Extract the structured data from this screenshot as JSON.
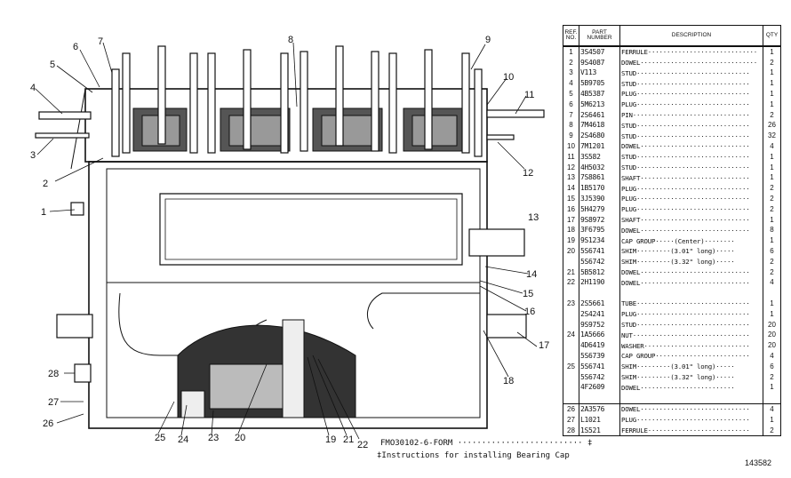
{
  "drawing": {
    "callouts": [
      "1",
      "2",
      "3",
      "4",
      "5",
      "6",
      "7",
      "8",
      "9",
      "10",
      "11",
      "12",
      "13",
      "14",
      "15",
      "16",
      "17",
      "18",
      "19",
      "20",
      "21",
      "22",
      "23",
      "24",
      "25",
      "26",
      "27",
      "28"
    ],
    "footnote_line1": "FMO30102-6-FORM ·························· ‡",
    "footnote_line2": "‡Instructions for installing Bearing Cap"
  },
  "table": {
    "headers": {
      "ref": "REF. NO.",
      "part": "PART NUMBER",
      "desc": "DESCRIPTION",
      "qty": "QTY"
    },
    "rows": [
      {
        "ref": "1",
        "part": "3S4507",
        "desc": "FERRULE·····························",
        "qty": "1",
        "gb": true
      },
      {
        "ref": "2",
        "part": "9S4087",
        "desc": "DOWEL·······························",
        "qty": "2"
      },
      {
        "ref": "3",
        "part": "V113",
        "desc": "STUD······························",
        "qty": "1"
      },
      {
        "ref": "4",
        "part": "5B9705",
        "desc": "STUD······························",
        "qty": "1"
      },
      {
        "ref": "5",
        "part": "4B5387",
        "desc": "PLUG······························",
        "qty": "1"
      },
      {
        "ref": "6",
        "part": "5M6213",
        "desc": "PLUG······························",
        "qty": "1"
      },
      {
        "ref": "7",
        "part": "2S6461",
        "desc": "PIN·······························",
        "qty": "2"
      },
      {
        "ref": "8",
        "part": "7M4618",
        "desc": "STUD······························",
        "qty": "26"
      },
      {
        "ref": "9",
        "part": "2S4680",
        "desc": "STUD······························",
        "qty": "32"
      },
      {
        "ref": "10",
        "part": "7M1201",
        "desc": "DOWEL·····························",
        "qty": "4"
      },
      {
        "ref": "11",
        "part": "3S582",
        "desc": "STUD······························",
        "qty": "1"
      },
      {
        "ref": "12",
        "part": "4H5032",
        "desc": "STUD······························",
        "qty": "1"
      },
      {
        "ref": "13",
        "part": "7S8861",
        "desc": "SHAFT·····························",
        "qty": "1"
      },
      {
        "ref": "14",
        "part": "1B5170",
        "desc": "PLUG······························",
        "qty": "2"
      },
      {
        "ref": "15",
        "part": "3J5390",
        "desc": "PLUG······························",
        "qty": "2"
      },
      {
        "ref": "16",
        "part": "5H4279",
        "desc": "PLUG······························",
        "qty": "2"
      },
      {
        "ref": "17",
        "part": "9S8972",
        "desc": "SHAFT·····························",
        "qty": "1"
      },
      {
        "ref": "18",
        "part": "3F6795",
        "desc": "DOWEL·····························",
        "qty": "8"
      },
      {
        "ref": "19",
        "part": "9S1234",
        "desc": "CAP GROUP·····(Center)········",
        "qty": "1"
      },
      {
        "ref": "20",
        "part": "5S6741",
        "desc": "  SHIM·········(3.01\" long)·····",
        "qty": "6"
      },
      {
        "ref": "",
        "part": "5S6742",
        "desc": "  SHIM·········(3.32\" long)·····",
        "qty": "2"
      },
      {
        "ref": "21",
        "part": "5B5812",
        "desc": "DOWEL·····························",
        "qty": "2"
      },
      {
        "ref": "22",
        "part": "2H1190",
        "desc": "DOWEL·····························",
        "qty": "4"
      },
      {
        "ref": "",
        "part": "",
        "desc": "",
        "qty": ""
      },
      {
        "ref": "23",
        "part": "2S5661",
        "desc": "TUBE······························",
        "qty": "1"
      },
      {
        "ref": "",
        "part": "2S4241",
        "desc": "PLUG······························",
        "qty": "1"
      },
      {
        "ref": "",
        "part": "9S9752",
        "desc": "STUD······························",
        "qty": "20"
      },
      {
        "ref": "24",
        "part": "1A5666",
        "desc": "NUT·······························",
        "qty": "20"
      },
      {
        "ref": "",
        "part": "4D6419",
        "desc": "WASHER····························",
        "qty": "20"
      },
      {
        "ref": "",
        "part": "5S6739",
        "desc": "CAP GROUP·························",
        "qty": "4"
      },
      {
        "ref": "25",
        "part": "5S6741",
        "desc": "  SHIM·········(3.01\" long)·····",
        "qty": "6"
      },
      {
        "ref": "",
        "part": "5S6742",
        "desc": "  SHIM·········(3.32\" long)·····",
        "qty": "2"
      },
      {
        "ref": "",
        "part": "4F2609",
        "desc": "  DOWEL·························",
        "qty": "1"
      },
      {
        "ref": "",
        "part": "",
        "desc": "",
        "qty": ""
      },
      {
        "ref": "26",
        "part": "2A3576",
        "desc": "DOWEL·····························",
        "qty": "4",
        "gb": true
      },
      {
        "ref": "27",
        "part": "L1021",
        "desc": "PLUG······························",
        "qty": "1"
      },
      {
        "ref": "28",
        "part": "1S521",
        "desc": "FERRULE···························",
        "qty": "2",
        "last": true
      }
    ]
  },
  "figure_id": "143582"
}
